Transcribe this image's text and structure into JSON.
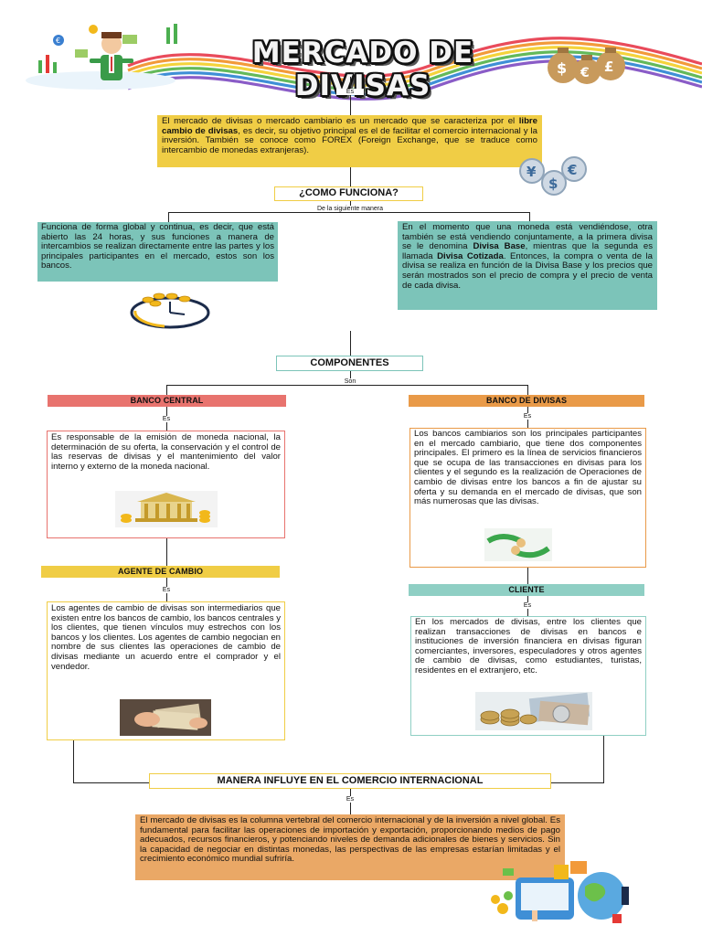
{
  "title": "MERCADO DE DIVISAS",
  "labels": {
    "es": "Es",
    "de_la_siguiente_manera": "De la siguiente manera",
    "son": "Son"
  },
  "intro": {
    "text_1": "El mercado de divisas o mercado cambiario es un mercado que se caracteriza por el ",
    "bold_1": "libre cambio de divisas",
    "text_2": ", es decir, su objetivo principal es el de facilitar el comercio internacional y la inversión. También se conoce como FOREX (Foreign Exchange, que se traduce como intercambio de monedas extranjeras)."
  },
  "como_funciona": {
    "heading": "¿COMO FUNCIONA?",
    "left": "Funciona de forma global y continua, es decir, que está abierto las 24 horas, y sus funciones a manera de intercambios se realizan directamente entre las partes y los principales participantes en el mercado, estos son los bancos.",
    "right_1": "En el momento que una moneda está vendiéndose, otra también se está vendiendo conjuntamente, a la primera divisa se le denomina ",
    "right_bold_1": "Divisa Base",
    "right_2": ", mientras que la segunda es llamada ",
    "right_bold_2": "Divisa Cotizada",
    "right_3": ". Entonces, la compra o venta de la divisa se realiza en función de la Divisa Base y los precios que serán mostrados son el precio de compra y el precio de venta de cada divisa."
  },
  "componentes": {
    "heading": "COMPONENTES",
    "banco_central": {
      "label": "BANCO CENTRAL",
      "text": "Es responsable de la emisión de moneda nacional, la determinación de su oferta, la conservación y el control de las reservas de divisas y el mantenimiento del valor interno y externo de la moneda nacional."
    },
    "banco_de_divisas": {
      "label": "BANCO DE DIVISAS",
      "text": "Los bancos cambiarios son los principales participantes en el mercado cambiario, que tiene dos componentes principales. El primero es la línea de servicios financieros que se ocupa de las transacciones en divisas para los clientes y el segundo es la realización de Operaciones de cambio de divisas entre los bancos a fin de ajustar su oferta y su demanda en el mercado de divisas, que son más numerosas que las divisas."
    },
    "agente_de_cambio": {
      "label": "AGENTE DE CAMBIO",
      "text": "Los agentes de cambio de divisas son intermediarios que existen entre los bancos de cambio, los bancos centrales y los clientes, que tienen vínculos muy estrechos con los bancos y los clientes. Los agentes de cambio negocian en nombre de sus clientes las operaciones de cambio de divisas mediante un acuerdo entre el comprador y el vendedor."
    },
    "cliente": {
      "label": "CLIENTE",
      "text": "En los mercados de divisas, entre los clientes que realizan transacciones de divisas en bancos e instituciones de inversión financiera en divisas figuran comerciantes, inversores, especuladores y otros agentes de cambio de divisas, como estudiantes, turistas, residentes en el extranjero, etc."
    }
  },
  "manera_influye": {
    "heading": "MANERA INFLUYE EN EL COMERCIO INTERNACIONAL",
    "text": "El mercado de divisas es la columna vertebral del comercio internacional y de la inversión a nivel global. Es fundamental para facilitar las operaciones de importación y exportación, proporcionando medios de pago adecuados, recursos financieros, y potenciando niveles de demanda adicionales de bienes y servicios. Sin la capacidad de negociar en distintas monedas, las perspectivas de las empresas estarían limitadas y el crecimiento económico mundial sufriría."
  },
  "currency_symbols": {
    "yen": "¥",
    "euro": "€",
    "dollar": "$",
    "pound": "£"
  },
  "colors": {
    "yellow": "#f0cd45",
    "teal": "#7cc4b9",
    "red_label": "#e8736e",
    "orange_label": "#e99a48",
    "orange_box": "#eaa866",
    "teal_label": "#8fcfc4"
  }
}
